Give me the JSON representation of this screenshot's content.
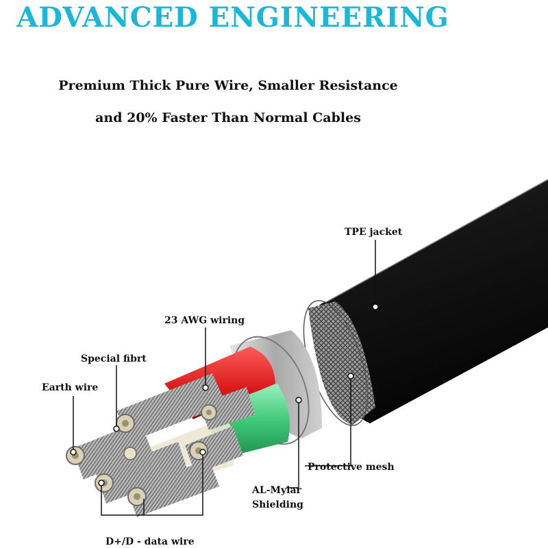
{
  "heading": {
    "title": "ADVANCED ENGINEERING",
    "line1": "Premium Thick Pure Wire, Smaller Resistance",
    "line2": "and 20% Faster Than Normal Cables"
  },
  "labels": {
    "tpe_jacket": "TPE jacket",
    "awg_wiring": "23 AWG wiring",
    "special_fibrt": "Special fibrt",
    "earth_wire": "Earth wire",
    "protective_mesh": "Protective mesh",
    "al_mylar_1": "AL-Mylar",
    "al_mylar_2": "Shielding",
    "data_wire": "D+/D - data wire"
  },
  "colors": {
    "title": "#1ab7d8",
    "jacket": "#101010",
    "red_wire": "#e01b1b",
    "green_wire": "#3fc879",
    "copper": "#c9c9c9"
  }
}
